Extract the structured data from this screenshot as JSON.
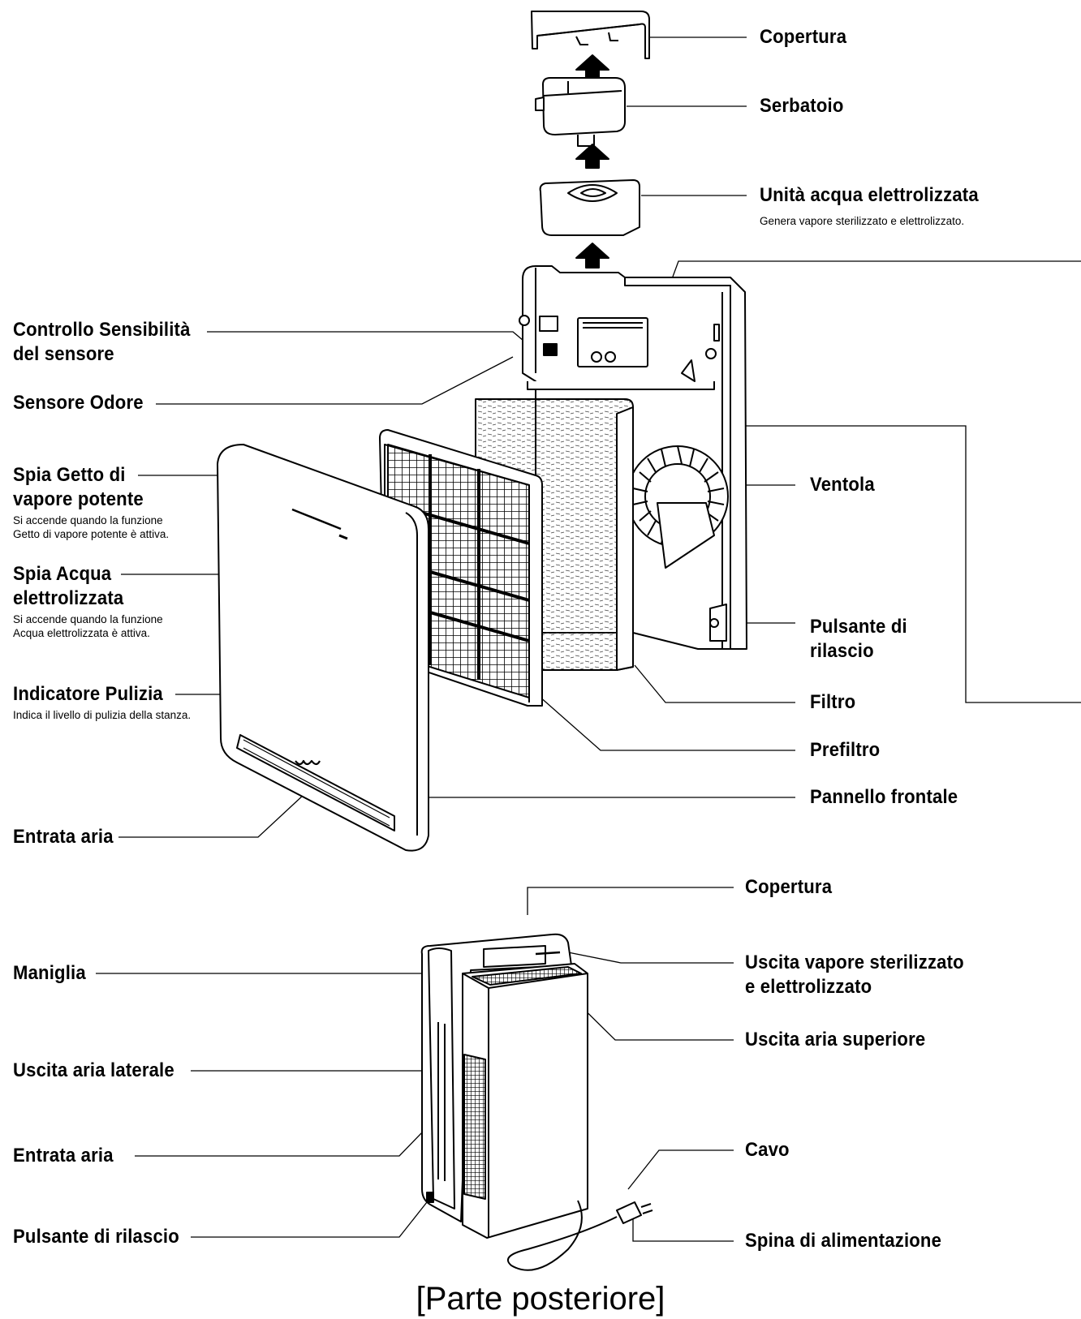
{
  "labels": {
    "copertura_top": "Copertura",
    "serbatoio": "Serbatoio",
    "unita_acqua": "Unità acqua elettrolizzata",
    "unita_acqua_desc": "Genera vapore sterilizzato e elettrolizzato.",
    "controllo_line1": "Controllo Sensibilità",
    "controllo_line2": "del sensore",
    "sensore_odore": "Sensore Odore",
    "spia_getto_line1": "Spia Getto di",
    "spia_getto_line2": "vapore potente",
    "spia_getto_desc1": "Si accende quando la funzione",
    "spia_getto_desc2": "Getto di vapore potente è attiva.",
    "spia_acqua_line1": "Spia Acqua",
    "spia_acqua_line2": "elettrolizzata",
    "spia_acqua_desc1": "Si accende quando la funzione",
    "spia_acqua_desc2": "Acqua elettrolizzata è attiva.",
    "indicatore_pulizia": "Indicatore Pulizia",
    "indicatore_pulizia_desc": "Indica il livello di pulizia della stanza.",
    "ventola": "Ventola",
    "pulsante_rilascio_line1": "Pulsante di",
    "pulsante_rilascio_line2": "rilascio",
    "filtro": "Filtro",
    "prefiltro": "Prefiltro",
    "pannello_frontale": "Pannello frontale",
    "entrata_aria_top": "Entrata aria",
    "copertura_bottom": "Copertura",
    "maniglia": "Maniglia",
    "uscita_vapore_line1": "Uscita vapore sterilizzato",
    "uscita_vapore_line2": "e elettrolizzato",
    "uscita_aria_superiore": "Uscita aria superiore",
    "uscita_aria_laterale": "Uscita aria laterale",
    "entrata_aria_bottom": "Entrata aria",
    "cavo": "Cavo",
    "pulsante_rilascio_bottom": "Pulsante di rilascio",
    "spina": "Spina di alimentazione"
  },
  "caption": "[Parte posteriore]",
  "colors": {
    "ink": "#000000",
    "paper": "#ffffff",
    "hatch": "#555555"
  }
}
